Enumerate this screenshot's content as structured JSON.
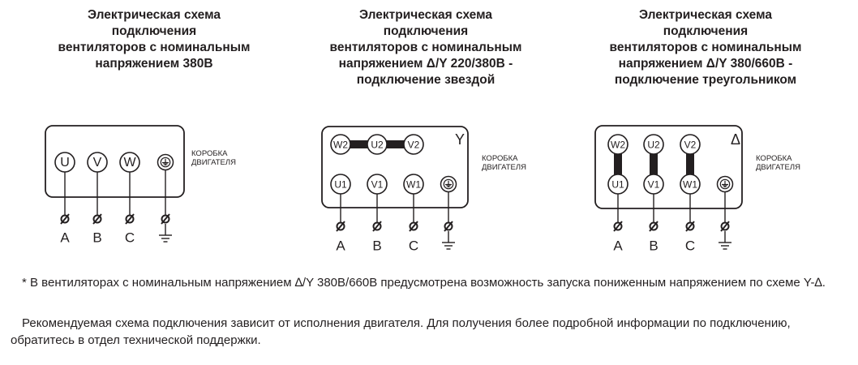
{
  "diagrams": [
    {
      "title": "Электрическая схема\nподключения\nвентиляторов с номинальным\nнапряжением 380В",
      "mark": "",
      "box_label": "КОРОБКА\nДВИГАТЕЛЯ",
      "top_terminals": [],
      "bottom_terminals": [
        "U",
        "V",
        "W"
      ],
      "phases": [
        "A",
        "B",
        "C"
      ]
    },
    {
      "title": "Электрическая схема\nподключения\nвентиляторов с номинальным\nнапряжением Δ/Y 220/380В -\nподключение звездой",
      "mark": "Y",
      "box_label": "КОРОБКА\nДВИГАТЕЛЯ",
      "top_terminals": [
        "W2",
        "U2",
        "V2"
      ],
      "bottom_terminals": [
        "U1",
        "V1",
        "W1"
      ],
      "phases": [
        "A",
        "B",
        "C"
      ]
    },
    {
      "title": "Электрическая схема\nподключения\nвентиляторов с номинальным\nнапряжением Δ/Y 380/660В -\nподключение треугольником",
      "mark": "Δ",
      "box_label": "КОРОБКА\nДВИГАТЕЛЯ",
      "top_terminals": [
        "W2",
        "U2",
        "V2"
      ],
      "bottom_terminals": [
        "U1",
        "V1",
        "W1"
      ],
      "phases": [
        "A",
        "B",
        "C"
      ]
    }
  ],
  "notes": {
    "note1": "* В вентиляторах с номинальным напряжением ∆/Y 380В/660В предусмотрена возможность запуска пониженным напряжением по схеме Y-∆.",
    "note2": "Рекомендуемая схема подключения зависит от исполнения двигателя. Для получения более подробной информации по подключению, обратитесь в отдел технической поддержки."
  }
}
